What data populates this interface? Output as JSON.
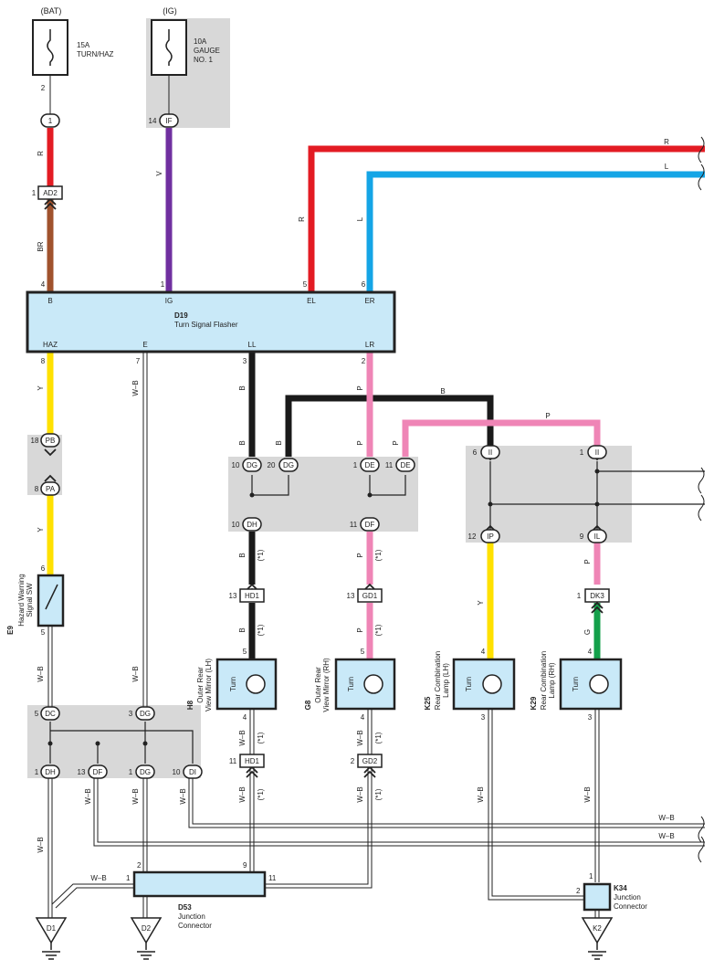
{
  "power": {
    "bat": "(BAT)",
    "ig": "(IG)",
    "fuse1_amp": "15A",
    "fuse1_name": "TURN/HAZ",
    "fuse2_amp": "10A",
    "fuse2_name1": "GAUGE",
    "fuse2_name2": "NO. 1",
    "pin_2": "2",
    "pin_14": "14"
  },
  "connectors": {
    "c1": "1",
    "IF": "IF",
    "AD2": "AD2",
    "AD2_pin": "1",
    "PB": "PB",
    "PB_pin": "18",
    "PA": "PA",
    "PA_pin": "8",
    "DG_a": "DG",
    "DG_a_pin": "10",
    "DG_b": "DG",
    "DG_b_pin": "20",
    "DE_a": "DE",
    "DE_a_pin": "1",
    "DE_b": "DE",
    "DE_b_pin": "11",
    "DH_a": "DH",
    "DH_a_pin": "10",
    "DF_a": "DF",
    "DF_a_pin": "11",
    "II_a": "II",
    "II_a_pin": "6",
    "II_b": "II",
    "II_b_pin": "1",
    "IP": "IP",
    "IP_pin": "12",
    "IL": "IL",
    "IL_pin": "9",
    "HD1_a": "HD1",
    "HD1_a_pin": "13",
    "GD1_a": "GD1",
    "GD1_a_pin": "13",
    "DK3": "DK3",
    "DK3_pin": "1",
    "DC": "DC",
    "DC_pin": "5",
    "DG_c": "DG",
    "DG_c_pin": "3",
    "DH_b": "DH",
    "DH_b_pin": "1",
    "DF_b": "DF",
    "DF_b_pin": "13",
    "DG_d": "DG",
    "DG_d_pin": "1",
    "DI": "DI",
    "DI_pin": "10",
    "HD1_b": "HD1",
    "HD1_b_pin": "11",
    "GD2": "GD2",
    "GD2_pin": "2"
  },
  "flasher": {
    "code": "D19",
    "name": "Turn Signal Flasher",
    "pins_top": [
      "B",
      "IG",
      "EL",
      "ER"
    ],
    "pin_nums_top": [
      "4",
      "1",
      "5",
      "6"
    ],
    "pins_bottom": [
      "HAZ",
      "E",
      "LL",
      "LR"
    ],
    "pin_nums_bottom": [
      "8",
      "7",
      "3",
      "2"
    ]
  },
  "hazard_sw": {
    "code": "E9",
    "line1": "Hazard Warning",
    "line2": "Signal SW",
    "pin_top": "6",
    "pin_bottom": "5"
  },
  "devices": [
    {
      "code": "H8",
      "line1": "Outer Rear",
      "line2": "View Mirror (LH)",
      "label": "Turn",
      "pin_top": "5",
      "pin_bottom": "4"
    },
    {
      "code": "G8",
      "line1": "Outer Rear",
      "line2": "View Mirror (RH)",
      "label": "Turn",
      "pin_top": "5",
      "pin_bottom": "4"
    },
    {
      "code": "K25",
      "line1": "Rear Combination",
      "line2": "Lamp (LH)",
      "label": "Turn",
      "pin_top": "4",
      "pin_bottom": "3"
    },
    {
      "code": "K29",
      "line1": "Rear Combination",
      "line2": "Lamp (RH)",
      "label": "Turn",
      "pin_top": "4",
      "pin_bottom": "3"
    }
  ],
  "junctions": {
    "d53_code": "D53",
    "d53_l1": "Junction",
    "d53_l2": "Connector",
    "d53_pin_left": "1",
    "d53_pin_2": "2",
    "d53_pin_9": "9",
    "d53_pin_11": "11",
    "k34_code": "K34",
    "k34_l1": "Junction",
    "k34_l2": "Connector",
    "k34_pin_1": "1",
    "k34_pin_2": "2"
  },
  "grounds": [
    "D1",
    "D2",
    "K2"
  ],
  "wire_labels": {
    "R": "R",
    "L": "L",
    "V": "V",
    "BR": "BR",
    "Y": "Y",
    "B": "B",
    "P": "P",
    "G": "G",
    "WB": "W–B",
    "star": "(*1)"
  },
  "colors": {
    "red": "#e31b23",
    "blue": "#14a5e6",
    "purple": "#7030a0",
    "brown": "#a0522d",
    "yellow": "#ffe100",
    "black": "#1a1a1a",
    "pink": "#ef85b6",
    "green": "#13a04a",
    "box_fill": "#c9e9f8",
    "shade": "#d8d8d8"
  }
}
